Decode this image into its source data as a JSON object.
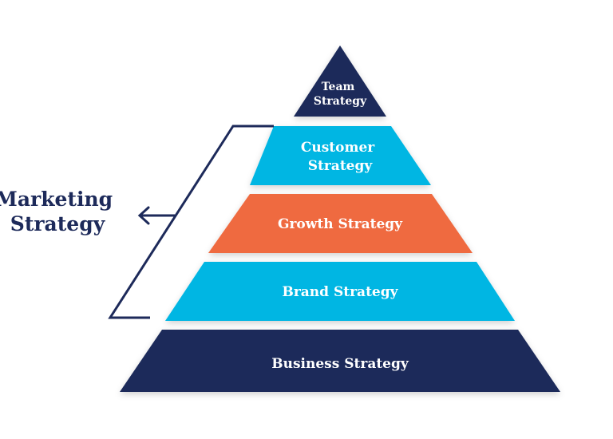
{
  "colors": {
    "navy": "#1d2a5a",
    "cyan": "#00b6e3",
    "orange": "#ef6b3f",
    "white": "#ffffff"
  },
  "pyramid": {
    "tiers": [
      {
        "lines": [
          "Team",
          "Strategy"
        ],
        "color": "navy"
      },
      {
        "lines": [
          "Customer",
          "Strategy"
        ],
        "color": "cyan"
      },
      {
        "lines": [
          "Growth Strategy"
        ],
        "color": "orange"
      },
      {
        "lines": [
          "Brand Strategy"
        ],
        "color": "cyan"
      },
      {
        "lines": [
          "Business Strategy"
        ],
        "color": "navy"
      }
    ]
  },
  "bracket": {
    "label_lines": [
      "Marketing",
      "Strategy"
    ],
    "arrow_icon": "arrow-left-icon"
  }
}
